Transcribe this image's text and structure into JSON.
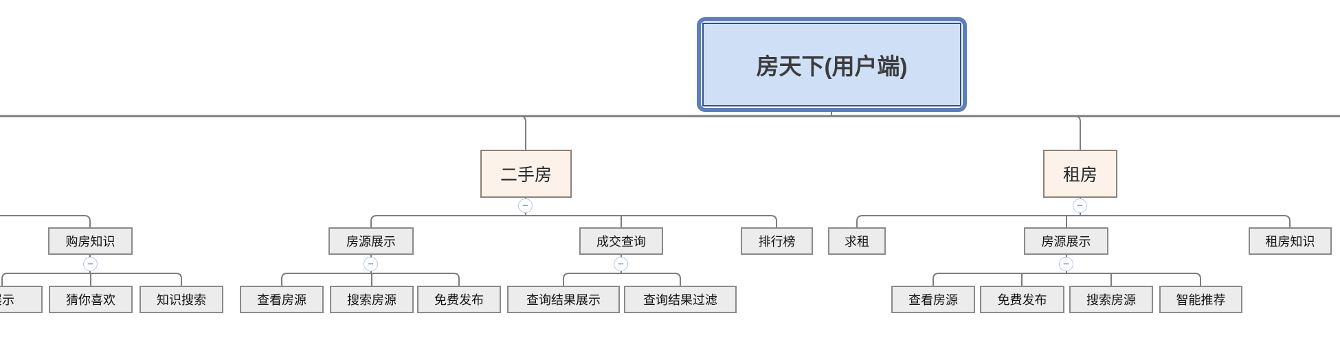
{
  "diagram": {
    "root": {
      "label": "房天下(用户端)"
    },
    "left_partial_group": {
      "parent": {
        "label": "购房知识"
      },
      "children": [
        {
          "label": "展示"
        },
        {
          "label": "猜你喜欢"
        },
        {
          "label": "知识搜索"
        }
      ]
    },
    "branches": [
      {
        "label": "二手房",
        "children": [
          {
            "label": "房源展示",
            "children": [
              {
                "label": "查看房源"
              },
              {
                "label": "搜索房源"
              },
              {
                "label": "免费发布"
              }
            ]
          },
          {
            "label": "成交查询",
            "children": [
              {
                "label": "查询结果展示"
              },
              {
                "label": "查询结果过滤"
              }
            ]
          },
          {
            "label": "排行榜",
            "children": []
          }
        ]
      },
      {
        "label": "租房",
        "children": [
          {
            "label": "求租",
            "children": []
          },
          {
            "label": "房源展示",
            "children": [
              {
                "label": "查看房源"
              },
              {
                "label": "免费发布"
              },
              {
                "label": "搜索房源"
              },
              {
                "label": "智能推荐"
              }
            ]
          },
          {
            "label": "租房知识",
            "children": []
          }
        ]
      }
    ]
  },
  "icons": {
    "collapse_glyph": "−"
  },
  "colors": {
    "root_fill": "#cfe0f6",
    "root_outer_border": "#5b7ec1",
    "root_inner_border": "#31507e",
    "branch_fill": "#fdf2e9",
    "branch_border": "#8a8178",
    "topic_fill": "#ececec",
    "topic_border": "#8a8a8a",
    "connector_line": "#7d7d7d",
    "collapse_ring": "#b5c5e9",
    "collapse_glyph_color": "#8aa2d8"
  }
}
